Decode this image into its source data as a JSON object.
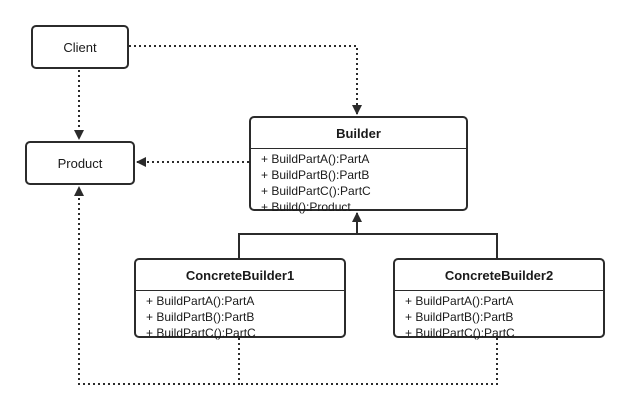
{
  "client": {
    "label": "Client"
  },
  "product": {
    "label": "Product"
  },
  "builder": {
    "title": "Builder",
    "methods": [
      "+ BuildPartA():PartA",
      "+ BuildPartB():PartB",
      "+ BuildPartC():PartC",
      "+ Build():Product"
    ]
  },
  "concrete1": {
    "title": "ConcreteBuilder1",
    "methods": [
      "+ BuildPartA():PartA",
      "+ BuildPartB():PartB",
      "+ BuildPartC():PartC"
    ]
  },
  "concrete2": {
    "title": "ConcreteBuilder2",
    "methods": [
      "+ BuildPartA():PartA",
      "+ BuildPartB():PartB",
      "+ BuildPartC():PartC"
    ]
  },
  "colors": {
    "line": "#2b2b2b",
    "background": "#ffffff"
  }
}
